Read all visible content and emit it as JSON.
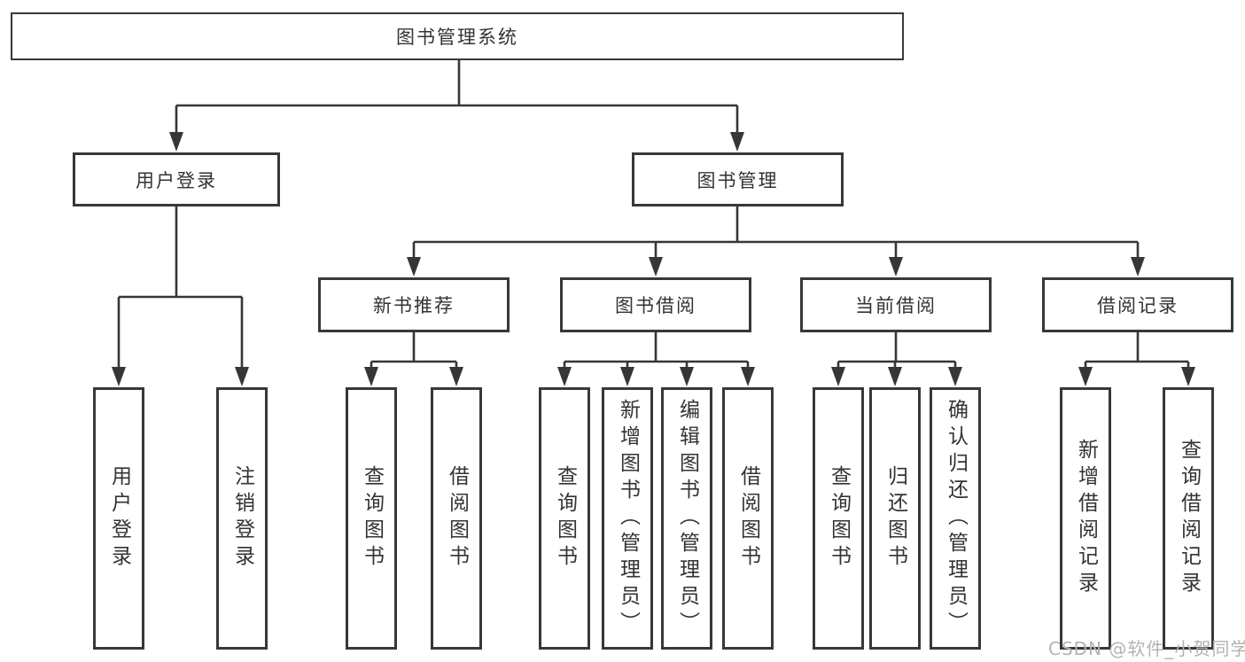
{
  "diagram_title": "图书管理系统",
  "nodes": {
    "root": "图书管理系统",
    "l2": [
      "用户登录",
      "图书管理"
    ],
    "l3": [
      "新书推荐",
      "图书借阅",
      "当前借阅",
      "借阅记录"
    ],
    "leaves_login": [
      "用户登录",
      "注销登录"
    ],
    "leaves_recommend": [
      "查询图书",
      "借阅图书"
    ],
    "leaves_borrow": [
      "查询图书",
      "新增图书（管理员）",
      "编辑图书（管理员）",
      "借阅图书"
    ],
    "leaves_current": [
      "查询图书",
      "归还图书",
      "确认归还（管理员）"
    ],
    "leaves_records": [
      "新增借阅记录",
      "查询借阅记录"
    ]
  },
  "watermark": {
    "text": "CSDN @软件_小贺同学"
  },
  "colors": {
    "line": "#363636",
    "border": "#383838",
    "text": "#333333",
    "watermark": "#b3b3b3",
    "background": "#ffffff"
  }
}
